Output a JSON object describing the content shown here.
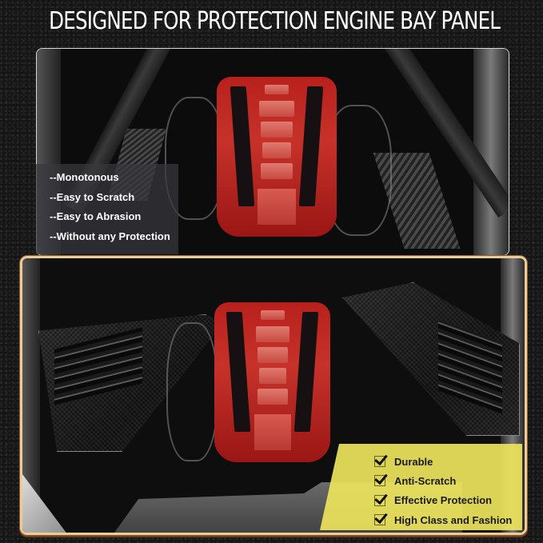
{
  "header": {
    "title": "DESIGNED FOR PROTECTION ENGINE BAY PANEL"
  },
  "before_panel": {
    "description": "Stock engine bay without protective panels",
    "cons_overlay_color": "#37373e",
    "cons": [
      "--Monotonous",
      "--Easy to Scratch",
      "--Easy to Abrasion",
      "--Without any Protection"
    ]
  },
  "after_panel": {
    "description": "Engine bay with carbon fiber panels installed",
    "border_color": "#eccb98",
    "pros_overlay_color": "#ece45c",
    "pros": [
      "Durable",
      "Anti-Scratch",
      "Effective Protection",
      "High Class and Fashion"
    ]
  },
  "colors": {
    "background": "#151515",
    "engine_cover_red": "#c0281f",
    "text_light": "#ffffff",
    "text_dark": "#1a1a1a"
  }
}
